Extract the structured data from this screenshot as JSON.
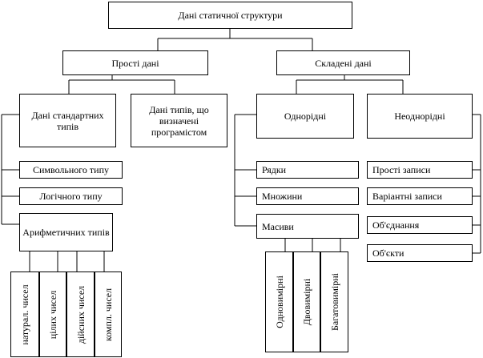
{
  "root": "Дані статичної структури",
  "simple": {
    "title": "Прості дані",
    "standard": "Дані стандартних типів",
    "user_defined": "Дані типів, що визначені програмістом",
    "symbolic": "Символьного типу",
    "logical": "Логічного типу",
    "arithmetic": "Арифметичних типів",
    "arith_sub": [
      "натурал. чисел",
      "цілих чисел",
      "дійсних чисел",
      "компл. чисел"
    ]
  },
  "complex": {
    "title": "Складені дані",
    "homogeneous": "Однорідні",
    "heterogeneous": "Неоднорідні",
    "strings": "Рядки",
    "sets": "Множини",
    "arrays": "Масиви",
    "array_sub": [
      "Одновимірні",
      "Двовимірні",
      "Багатовимірні"
    ],
    "simple_records": "Прості записи",
    "variant_records": "Варіантні записи",
    "unions": "Об'єднання",
    "objects": "Об'єкти"
  }
}
